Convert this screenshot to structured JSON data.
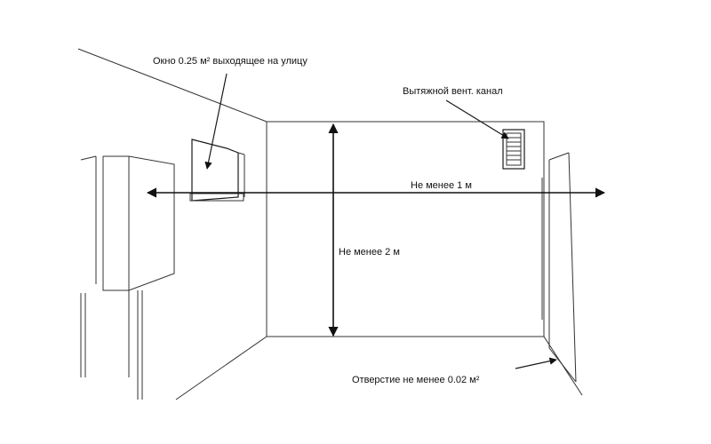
{
  "labels": {
    "window": "Окно 0.25 м² выходящее  на улицу",
    "vent": "Вытяжной вент. канал",
    "width": "Не менее 1 м",
    "height": "Не менее 2 м",
    "opening": "Отверстие не менее 0.02 м²"
  },
  "colors": {
    "line": "#1a1a1a",
    "background": "#ffffff"
  }
}
